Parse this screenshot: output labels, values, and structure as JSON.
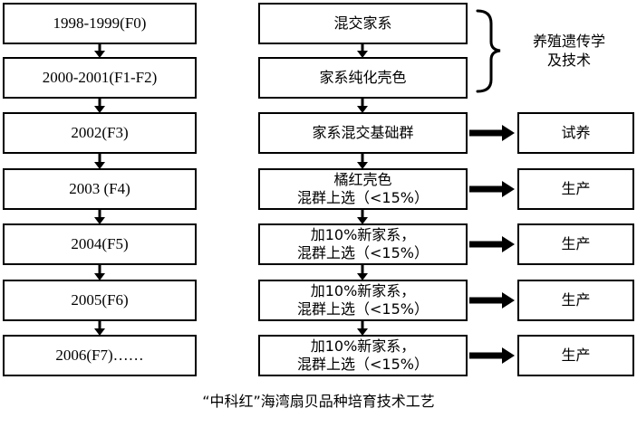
{
  "generations": [
    "1998-1999(F0)",
    "2000-2001(F1-F2)",
    "2002(F3)",
    "2003 (F4)",
    "2004(F5)",
    "2005(F6)",
    "2006(F7)……"
  ],
  "steps": [
    [
      "混交家系"
    ],
    [
      "家系纯化壳色"
    ],
    [
      "家系混交基础群"
    ],
    [
      "橘红壳色",
      "混群上选（<15%）"
    ],
    [
      "加10%新家系，",
      "混群上选（<15%）"
    ],
    [
      "加10%新家系，",
      "混群上选（<15%）"
    ],
    [
      "加10%新家系，",
      "混群上选（<15%）"
    ]
  ],
  "outcomes": [
    "试养",
    "生产",
    "生产",
    "生产",
    "生产"
  ],
  "brace_label": [
    "养殖遗传学",
    "及技术"
  ],
  "caption": "“中科红”海湾扇贝品种培育技术工艺"
}
